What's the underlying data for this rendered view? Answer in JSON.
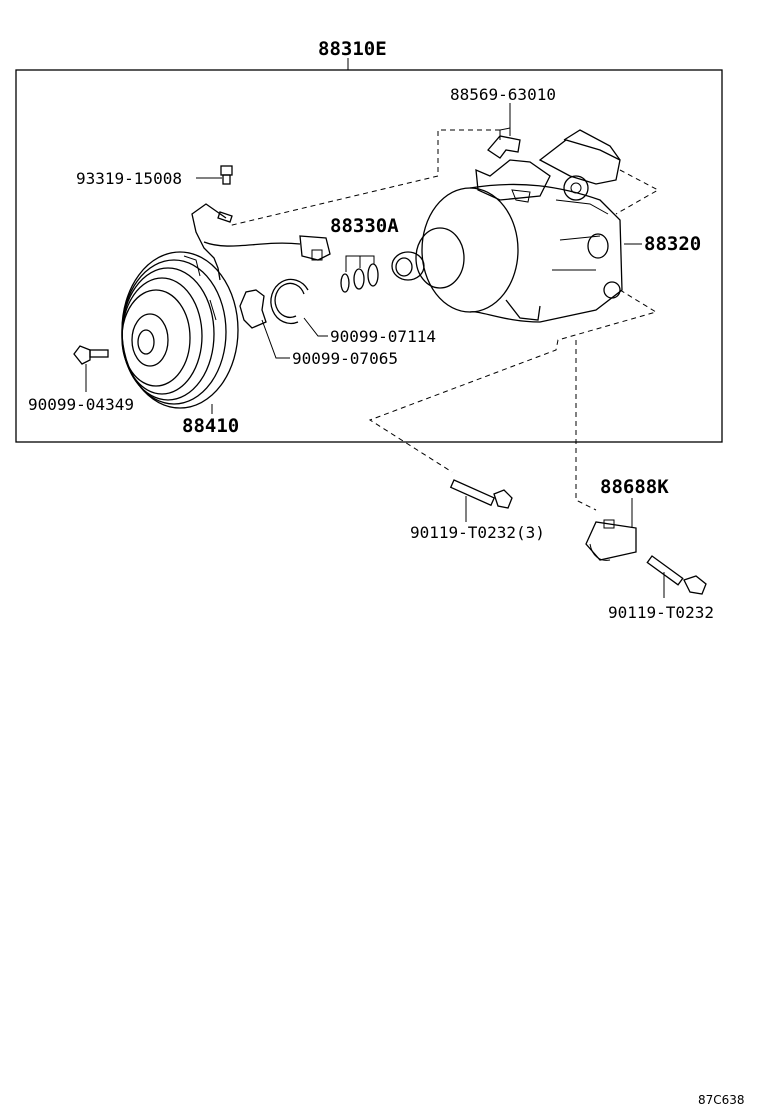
{
  "labels": {
    "assembly": "88310E",
    "bracket_upper": "88569-63010",
    "screw": "93319-15008",
    "o_rings": "88330A",
    "compressor": "88320",
    "snap_ring": "90099-07114",
    "shim": "90099-07065",
    "clutch_bolt": "90099-04349",
    "clutch": "88410",
    "mount_bolt": "90119-T0232(3)",
    "bracket_lower": "88688K",
    "bracket_bolt": "90119-T0232"
  },
  "footer_code": "87C638"
}
